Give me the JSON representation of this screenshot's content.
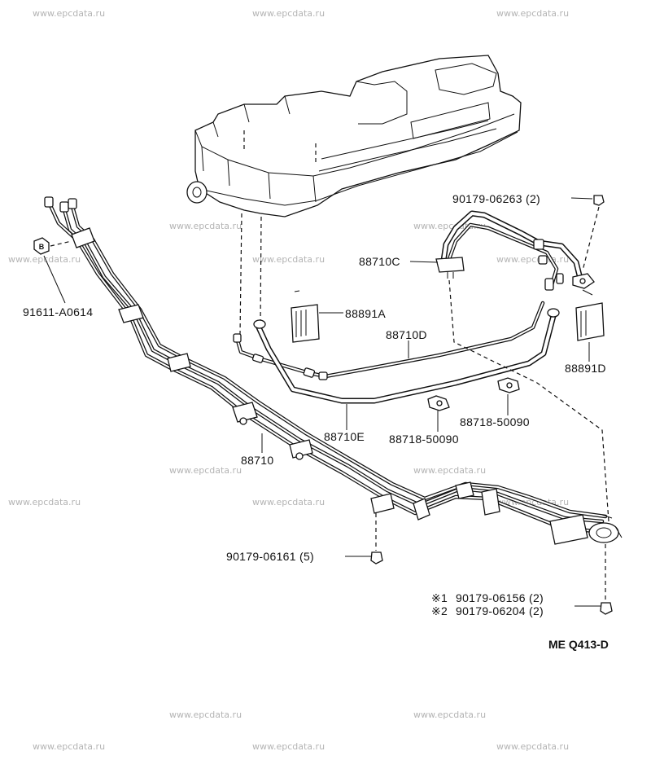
{
  "watermark": "www.epcdata.ru",
  "labels": {
    "nut_top_right": "90179-06263 (2)",
    "tube_c": "88710C",
    "clip_left": "91611-A0614",
    "pad_a": "88891A",
    "tube_d": "88710D",
    "pad_d": "88891D",
    "tube_e": "88710E",
    "clamp_mid": "88718-50090",
    "clamp_right": "88718-50090",
    "tube_main": "88710",
    "nut_bottom": "90179-06161 (5)",
    "nut_note_1": "90179-06156 (2)",
    "nut_note_2": "90179-06204 (2)",
    "mark_1": "※1",
    "mark_2": "※2"
  },
  "reference_code": "ME Q413-D"
}
